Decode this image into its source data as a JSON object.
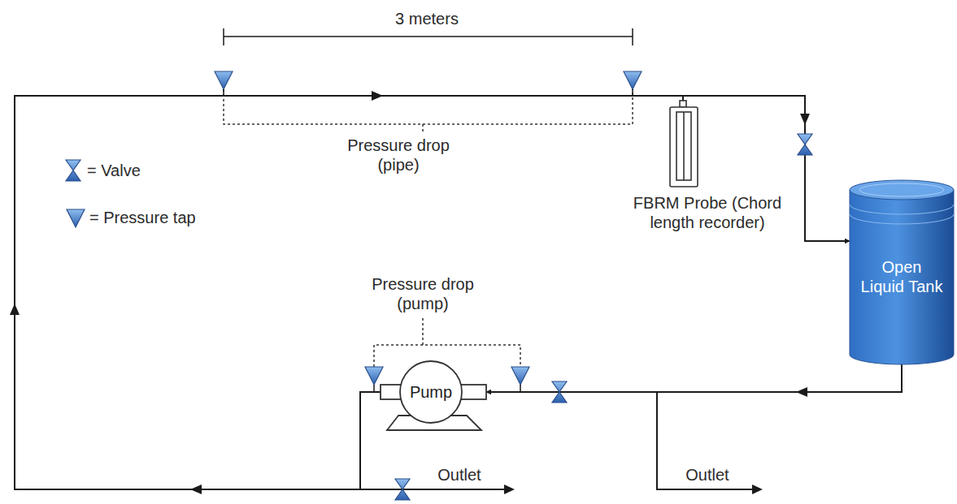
{
  "diagram": {
    "nodes": [
      {
        "text": [
          "FBRM Probe (Chord length recorder)"
        ]
      },
      {
        "text": [
          "Open Liquid Tank"
        ]
      },
      {
        "text": [
          "Pump"
        ]
      }
    ],
    "edges": [
      {
        "from": 1,
        "to": 2,
        "arrow": "to"
      },
      {
        "from": 2,
        "to": 1,
        "arrow": "to"
      }
    ],
    "labels": [
      "3 meters",
      "Pressure drop (pipe)",
      "Pressure drop (pump)",
      "Outlet",
      "Outlet"
    ],
    "legend": [
      {
        "text": "= Valve"
      },
      {
        "text": "= Pressure tap"
      }
    ]
  }
}
